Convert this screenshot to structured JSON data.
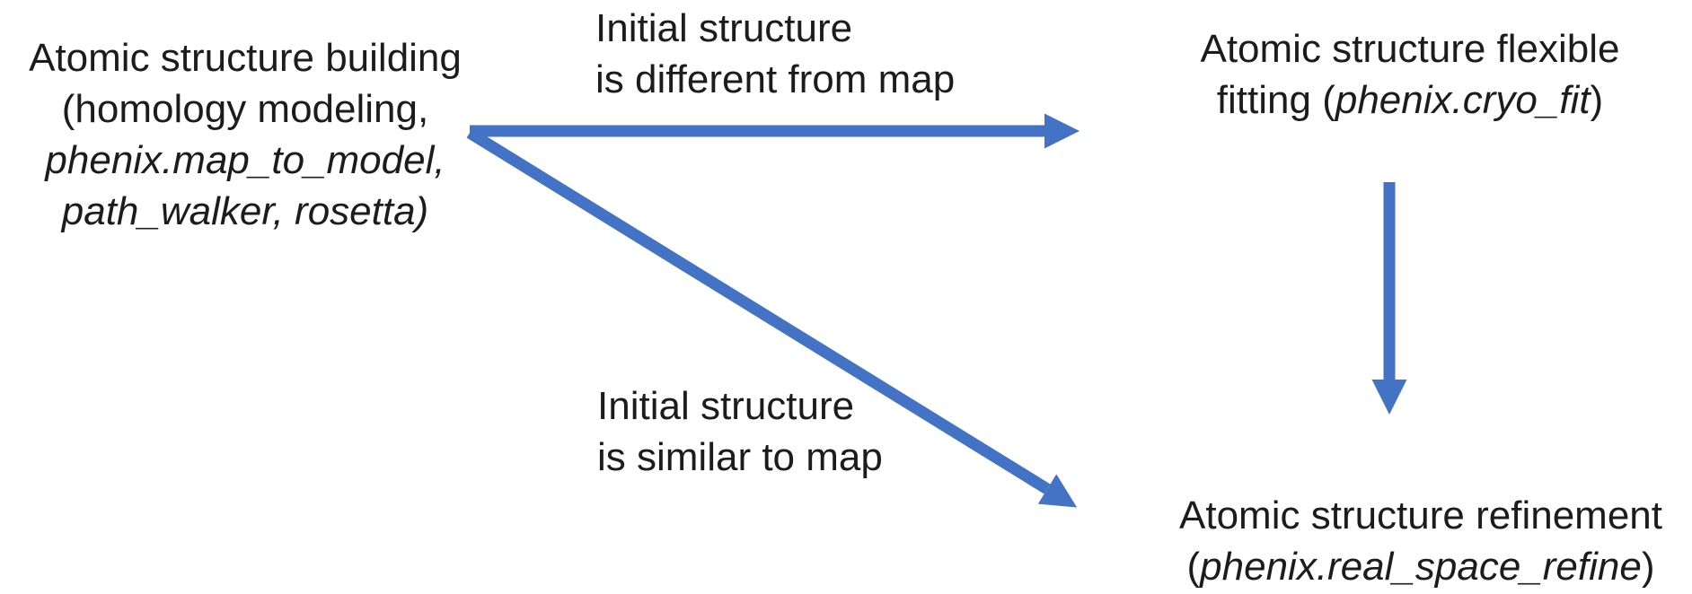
{
  "diagram": {
    "colors": {
      "arrow": "#4472C4",
      "text": "#1c1c1c",
      "background": "#ffffff"
    },
    "nodes": {
      "building": {
        "line1": "Atomic structure building",
        "line2": "(homology modeling,",
        "line3_italic": "phenix.map_to_model,",
        "line4_italic": "path_walker, rosetta)"
      },
      "fitting": {
        "line1": "Atomic structure flexible",
        "line2_prefix": "fitting (",
        "line2_italic": "phenix.cryo_fit",
        "line2_suffix": ")"
      },
      "refinement": {
        "line1": "Atomic structure refinement",
        "line2_prefix": "(",
        "line2_italic": "phenix.real_space_refine",
        "line2_suffix": ")"
      }
    },
    "edge_labels": {
      "different": {
        "line1": "Initial structure",
        "line2": "is different from map"
      },
      "similar": {
        "line1": "Initial structure",
        "line2": "is similar to map"
      }
    }
  }
}
